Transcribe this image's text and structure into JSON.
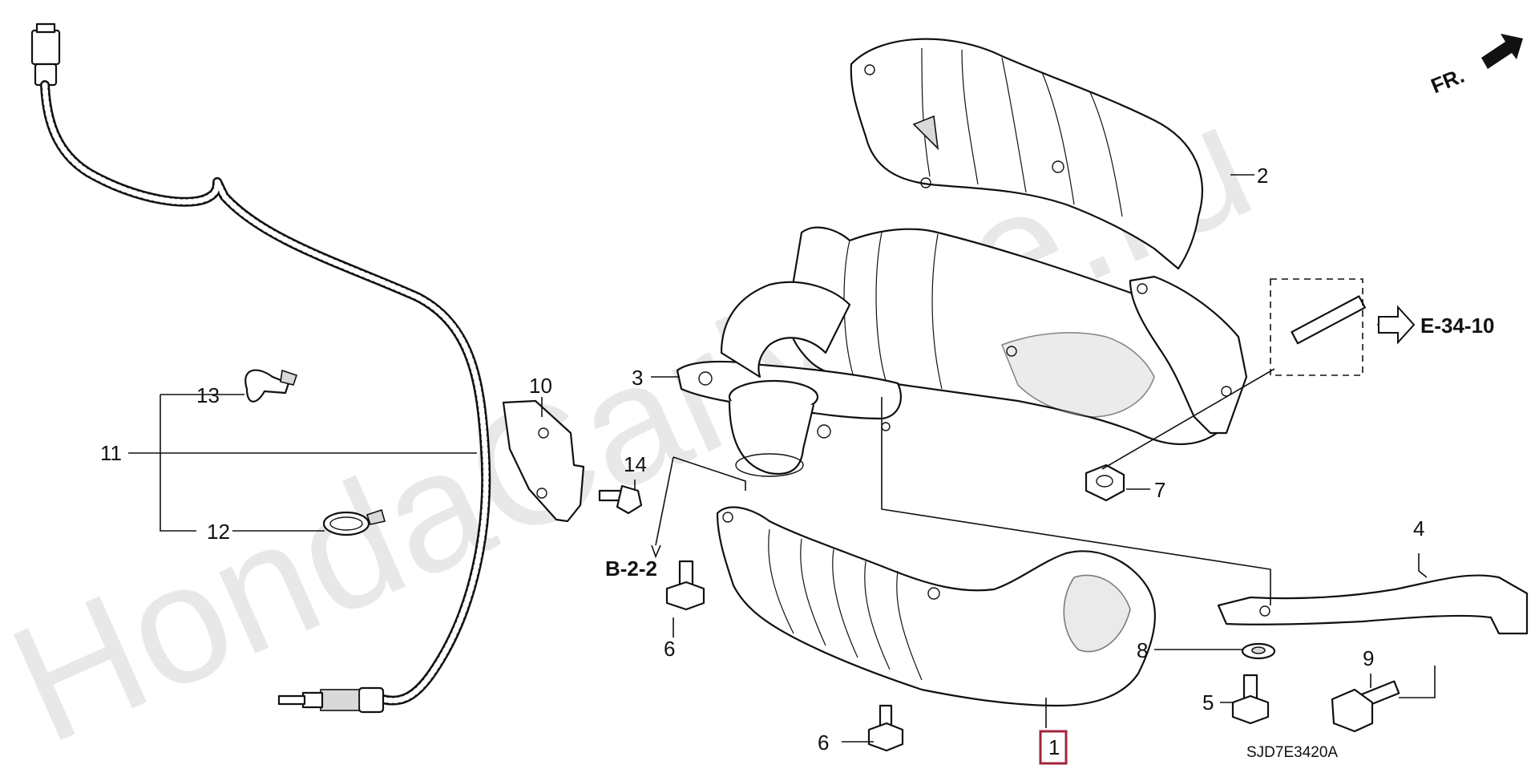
{
  "watermark": "HondaCarMine.ru",
  "direction_indicator": "FR.",
  "drawing_code": "SJD7E3420A",
  "references": {
    "b_2_2": "B-2-2",
    "e_34_10": "E-34-10"
  },
  "callouts": [
    {
      "key": "part_1",
      "label": "1",
      "highlighted": true
    },
    {
      "key": "part_2",
      "label": "2"
    },
    {
      "key": "part_3",
      "label": "3"
    },
    {
      "key": "part_4",
      "label": "4"
    },
    {
      "key": "part_5",
      "label": "5"
    },
    {
      "key": "part_6a",
      "label": "6"
    },
    {
      "key": "part_6b",
      "label": "6"
    },
    {
      "key": "part_7",
      "label": "7"
    },
    {
      "key": "part_8",
      "label": "8"
    },
    {
      "key": "part_9",
      "label": "9"
    },
    {
      "key": "part_10",
      "label": "10"
    },
    {
      "key": "part_11",
      "label": "11"
    },
    {
      "key": "part_12",
      "label": "12"
    },
    {
      "key": "part_13",
      "label": "13"
    },
    {
      "key": "part_14",
      "label": "14"
    }
  ],
  "colors": {
    "highlight": "#a3243b",
    "line": "#111111",
    "watermark": "#e8e8e8"
  }
}
